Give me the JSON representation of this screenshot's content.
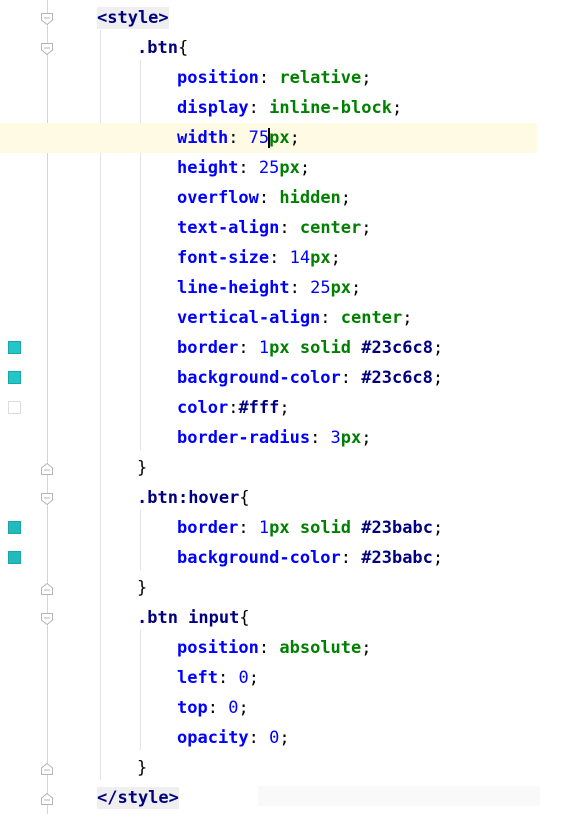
{
  "editor": {
    "language": "css-in-html",
    "colors": {
      "tag": "#000080",
      "property": "#0000ff",
      "value": "#008000",
      "number": "#0000ff",
      "current_line": "#fffae3",
      "swatch_primary": "#23c6c8",
      "swatch_hover": "#23babc",
      "swatch_white": "#ffffff"
    },
    "lines": [
      {
        "tokens": [
          {
            "t": "<style>",
            "c": "tag"
          }
        ]
      },
      {
        "tokens": [
          {
            "t": ".btn",
            "c": "sel"
          },
          {
            "t": "{",
            "c": "plain"
          }
        ]
      },
      {
        "tokens": [
          {
            "t": "position",
            "c": "prop"
          },
          {
            "t": ": ",
            "c": "plain"
          },
          {
            "t": "relative",
            "c": "val"
          },
          {
            "t": ";",
            "c": "plain"
          }
        ]
      },
      {
        "tokens": [
          {
            "t": "display",
            "c": "prop"
          },
          {
            "t": ": ",
            "c": "plain"
          },
          {
            "t": "inline-block",
            "c": "val"
          },
          {
            "t": ";",
            "c": "plain"
          }
        ]
      },
      {
        "tokens": [
          {
            "t": "width",
            "c": "prop"
          },
          {
            "t": ": ",
            "c": "plain"
          },
          {
            "t": "75",
            "c": "num"
          },
          {
            "t": "px",
            "c": "val"
          },
          {
            "t": ";",
            "c": "plain"
          }
        ],
        "current": true
      },
      {
        "tokens": [
          {
            "t": "height",
            "c": "prop"
          },
          {
            "t": ": ",
            "c": "plain"
          },
          {
            "t": "25",
            "c": "num"
          },
          {
            "t": "px",
            "c": "val"
          },
          {
            "t": ";",
            "c": "plain"
          }
        ]
      },
      {
        "tokens": [
          {
            "t": "overflow",
            "c": "prop"
          },
          {
            "t": ": ",
            "c": "plain"
          },
          {
            "t": "hidden",
            "c": "val"
          },
          {
            "t": ";",
            "c": "plain"
          }
        ]
      },
      {
        "tokens": [
          {
            "t": "text-align",
            "c": "prop"
          },
          {
            "t": ": ",
            "c": "plain"
          },
          {
            "t": "center",
            "c": "val"
          },
          {
            "t": ";",
            "c": "plain"
          }
        ]
      },
      {
        "tokens": [
          {
            "t": "font-size",
            "c": "prop"
          },
          {
            "t": ": ",
            "c": "plain"
          },
          {
            "t": "14",
            "c": "num"
          },
          {
            "t": "px",
            "c": "val"
          },
          {
            "t": ";",
            "c": "plain"
          }
        ]
      },
      {
        "tokens": [
          {
            "t": "line-height",
            "c": "prop"
          },
          {
            "t": ": ",
            "c": "plain"
          },
          {
            "t": "25",
            "c": "num"
          },
          {
            "t": "px",
            "c": "val"
          },
          {
            "t": ";",
            "c": "plain"
          }
        ]
      },
      {
        "tokens": [
          {
            "t": "vertical-align",
            "c": "prop"
          },
          {
            "t": ": ",
            "c": "plain"
          },
          {
            "t": "center",
            "c": "val"
          },
          {
            "t": ";",
            "c": "plain"
          }
        ]
      },
      {
        "tokens": [
          {
            "t": "border",
            "c": "prop"
          },
          {
            "t": ": ",
            "c": "plain"
          },
          {
            "t": "1",
            "c": "num"
          },
          {
            "t": "px solid ",
            "c": "val"
          },
          {
            "t": "#23c6c8",
            "c": "sel"
          },
          {
            "t": ";",
            "c": "plain"
          }
        ],
        "swatch": "#23c6c8"
      },
      {
        "tokens": [
          {
            "t": "background-color",
            "c": "prop"
          },
          {
            "t": ": ",
            "c": "plain"
          },
          {
            "t": "#23c6c8",
            "c": "sel"
          },
          {
            "t": ";",
            "c": "plain"
          }
        ],
        "swatch": "#23c6c8"
      },
      {
        "tokens": [
          {
            "t": "color",
            "c": "prop"
          },
          {
            "t": ":",
            "c": "plain"
          },
          {
            "t": "#fff",
            "c": "sel"
          },
          {
            "t": ";",
            "c": "plain"
          }
        ],
        "swatch": "#ffffff"
      },
      {
        "tokens": [
          {
            "t": "border-radius",
            "c": "prop"
          },
          {
            "t": ": ",
            "c": "plain"
          },
          {
            "t": "3",
            "c": "num"
          },
          {
            "t": "px",
            "c": "val"
          },
          {
            "t": ";",
            "c": "plain"
          }
        ]
      },
      {
        "tokens": [
          {
            "t": "}",
            "c": "plain"
          }
        ]
      },
      {
        "tokens": [
          {
            "t": ".btn",
            "c": "sel"
          },
          {
            "t": ":hover",
            "c": "sel"
          },
          {
            "t": "{",
            "c": "plain"
          }
        ]
      },
      {
        "tokens": [
          {
            "t": "border",
            "c": "prop"
          },
          {
            "t": ": ",
            "c": "plain"
          },
          {
            "t": "1",
            "c": "num"
          },
          {
            "t": "px solid ",
            "c": "val"
          },
          {
            "t": "#23babc",
            "c": "sel"
          },
          {
            "t": ";",
            "c": "plain"
          }
        ],
        "swatch": "#23babc"
      },
      {
        "tokens": [
          {
            "t": "background-color",
            "c": "prop"
          },
          {
            "t": ": ",
            "c": "plain"
          },
          {
            "t": "#23babc",
            "c": "sel"
          },
          {
            "t": ";",
            "c": "plain"
          }
        ],
        "swatch": "#23babc"
      },
      {
        "tokens": [
          {
            "t": "}",
            "c": "plain"
          }
        ]
      },
      {
        "tokens": [
          {
            "t": ".btn input",
            "c": "sel"
          },
          {
            "t": "{",
            "c": "plain"
          }
        ]
      },
      {
        "tokens": [
          {
            "t": "position",
            "c": "prop"
          },
          {
            "t": ": ",
            "c": "plain"
          },
          {
            "t": "absolute",
            "c": "val"
          },
          {
            "t": ";",
            "c": "plain"
          }
        ]
      },
      {
        "tokens": [
          {
            "t": "left",
            "c": "prop"
          },
          {
            "t": ": ",
            "c": "plain"
          },
          {
            "t": "0",
            "c": "num"
          },
          {
            "t": ";",
            "c": "plain"
          }
        ]
      },
      {
        "tokens": [
          {
            "t": "top",
            "c": "prop"
          },
          {
            "t": ": ",
            "c": "plain"
          },
          {
            "t": "0",
            "c": "num"
          },
          {
            "t": ";",
            "c": "plain"
          }
        ]
      },
      {
        "tokens": [
          {
            "t": "opacity",
            "c": "prop"
          },
          {
            "t": ": ",
            "c": "plain"
          },
          {
            "t": "0",
            "c": "num"
          },
          {
            "t": ";",
            "c": "plain"
          }
        ]
      },
      {
        "tokens": [
          {
            "t": "}",
            "c": "plain"
          }
        ]
      },
      {
        "tokens": [
          {
            "t": "</style>",
            "c": "tag"
          }
        ]
      }
    ]
  }
}
